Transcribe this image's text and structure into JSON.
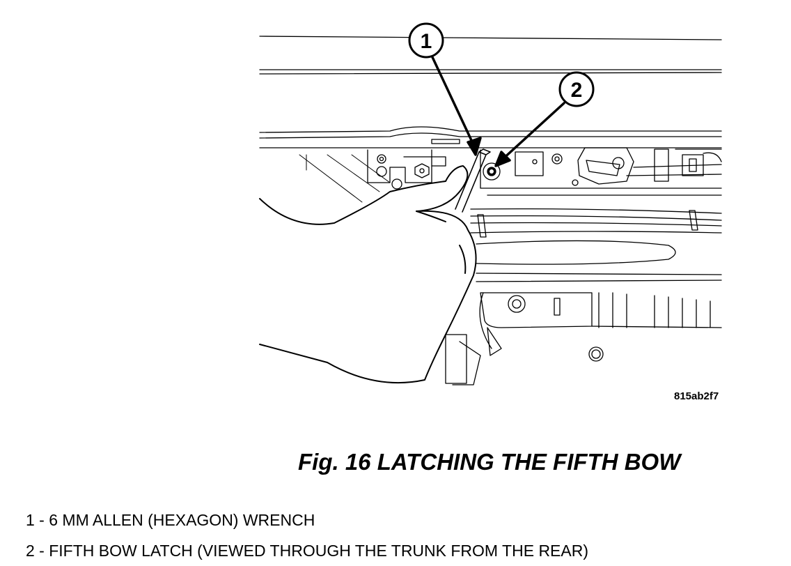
{
  "figure": {
    "code": "815ab2f7",
    "title": "Fig. 16 LATCHING THE FIFTH BOW"
  },
  "callouts": [
    {
      "number": "1",
      "part": "6 MM ALLEN (HEXAGON) WRENCH"
    },
    {
      "number": "2",
      "part": "FIFTH BOW LATCH (VIEWED THROUGH THE TRUNK FROM THE REAR)"
    }
  ],
  "legend": [
    "1 - 6 MM ALLEN (HEXAGON) WRENCH",
    "2 - FIFTH BOW LATCH (VIEWED THROUGH THE TRUNK FROM THE REAR)"
  ]
}
